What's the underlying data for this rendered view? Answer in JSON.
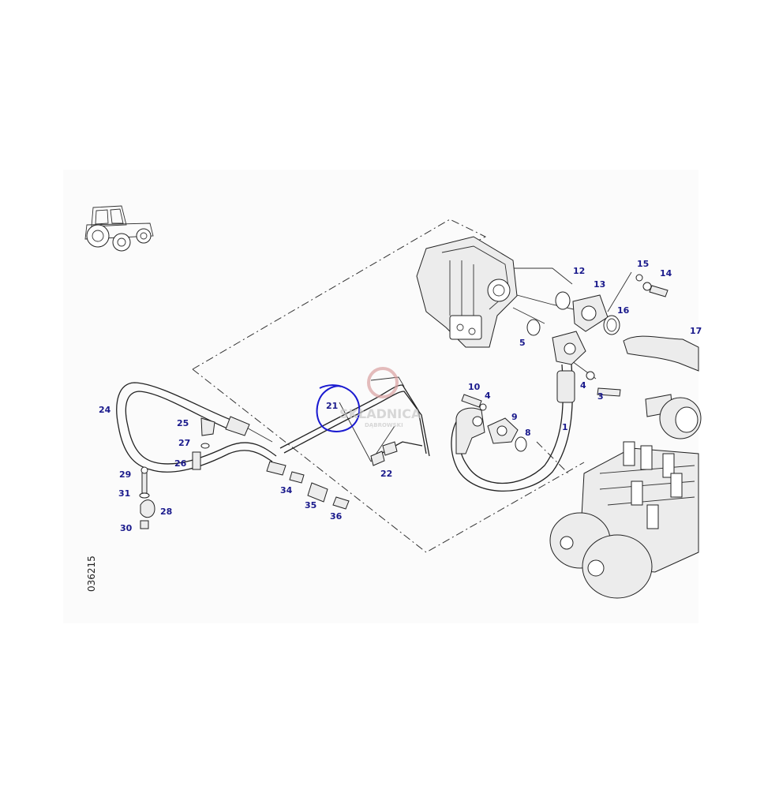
{
  "drawing": {
    "reference_code": "036215",
    "watermark": {
      "line1": "SKŁADNICA",
      "line2": "DĄBROWSKI"
    }
  },
  "callouts": [
    {
      "id": "c1",
      "label": "1"
    },
    {
      "id": "c3",
      "label": "3"
    },
    {
      "id": "c4a",
      "label": "4"
    },
    {
      "id": "c4b",
      "label": "4"
    },
    {
      "id": "c5",
      "label": "5"
    },
    {
      "id": "c8",
      "label": "8"
    },
    {
      "id": "c9",
      "label": "9"
    },
    {
      "id": "c10",
      "label": "10"
    },
    {
      "id": "c12",
      "label": "12"
    },
    {
      "id": "c13",
      "label": "13"
    },
    {
      "id": "c14",
      "label": "14"
    },
    {
      "id": "c15",
      "label": "15"
    },
    {
      "id": "c16",
      "label": "16"
    },
    {
      "id": "c17",
      "label": "17"
    },
    {
      "id": "c21",
      "label": "21"
    },
    {
      "id": "c22",
      "label": "22"
    },
    {
      "id": "c24",
      "label": "24"
    },
    {
      "id": "c25",
      "label": "25"
    },
    {
      "id": "c26",
      "label": "26"
    },
    {
      "id": "c27",
      "label": "27"
    },
    {
      "id": "c28",
      "label": "28"
    },
    {
      "id": "c29",
      "label": "29"
    },
    {
      "id": "c30",
      "label": "30"
    },
    {
      "id": "c31",
      "label": "31"
    },
    {
      "id": "c34",
      "label": "34"
    },
    {
      "id": "c35",
      "label": "35"
    },
    {
      "id": "c36",
      "label": "36"
    }
  ],
  "colors": {
    "callout": "#1a1a8c",
    "highlight": "#1a1ad0",
    "line": "#222222"
  }
}
